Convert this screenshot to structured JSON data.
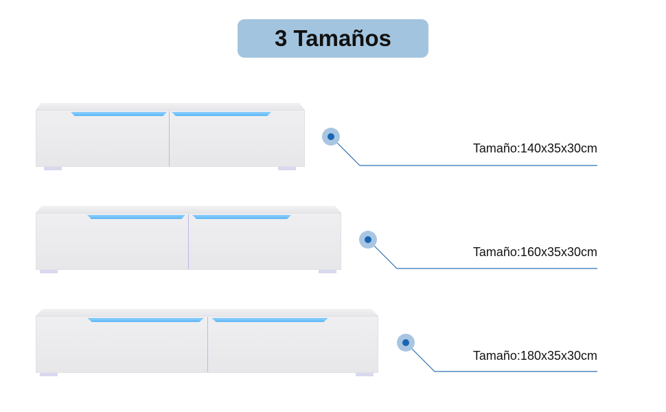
{
  "title": "3 Tamaños",
  "sizes": [
    {
      "label": "Tamaño:140x35x30cm"
    },
    {
      "label": "Tamaño:160x35x30cm"
    },
    {
      "label": "Tamaño:180x35x30cm"
    }
  ],
  "colors": {
    "title_bg": "#a3c4de",
    "accent": "#1a65b3",
    "led": "#6ec0f8"
  }
}
